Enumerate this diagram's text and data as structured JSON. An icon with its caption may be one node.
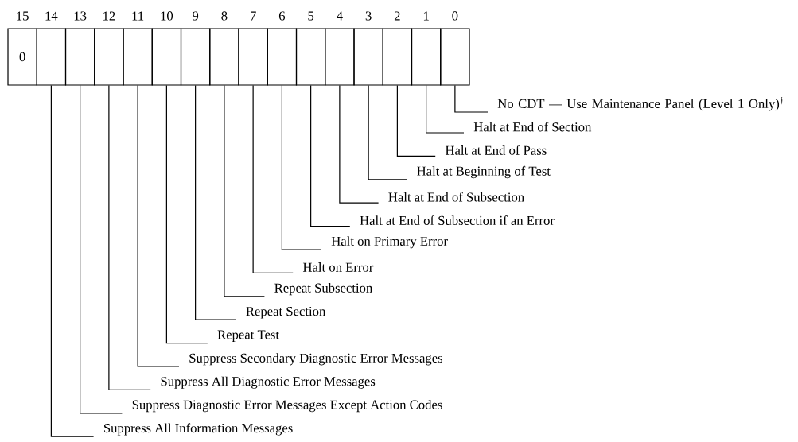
{
  "diagram": {
    "nodes": [
      {
        "text": [
          "0"
        ]
      },
      {
        "text": [],
        "shape": "box"
      },
      {
        "text": [],
        "shape": "box"
      },
      {
        "text": [],
        "shape": "box"
      },
      {
        "text": [],
        "shape": "box"
      },
      {
        "text": [],
        "shape": "box"
      },
      {
        "text": [],
        "shape": "box"
      },
      {
        "text": [],
        "shape": "box"
      },
      {
        "text": [],
        "shape": "box"
      },
      {
        "text": [],
        "shape": "box"
      },
      {
        "text": [],
        "shape": "box"
      },
      {
        "text": [],
        "shape": "box"
      },
      {
        "text": [],
        "shape": "box"
      },
      {
        "text": [],
        "shape": "box"
      },
      {
        "text": [],
        "shape": "box"
      },
      {
        "text": [],
        "shape": "box"
      },
      {
        "text": [
          "No CDT — Use Maintenance Panel (Level 1 Only)$^{†}$"
        ]
      },
      {
        "text": [
          "Halt at End of Section"
        ]
      },
      {
        "text": [
          "Halt at End of Pass"
        ]
      },
      {
        "text": [
          "Halt at Beginning of Test"
        ]
      },
      {
        "text": [
          "Halt at End of Subsection"
        ]
      },
      {
        "text": [
          "Halt at End of Subsection if an Error"
        ]
      },
      {
        "text": [
          "Halt on Primary Error"
        ]
      },
      {
        "text": [
          "Halt on Error"
        ]
      },
      {
        "text": [
          "Repeat Subsection"
        ]
      },
      {
        "text": [
          "Repeat Section"
        ]
      },
      {
        "text": [
          "Repeat Test"
        ]
      },
      {
        "text": [
          "Suppress Secondary Diagnostic Error Messages"
        ]
      },
      {
        "text": [
          "Suppress All Diagnostic Error Messages"
        ]
      },
      {
        "text": [
          "Suppress Diagnostic Error Messages Except Action Codes"
        ]
      },
      {
        "text": [
          "Suppress All Information Messages"
        ]
      }
    ],
    "edges": [
      {
        "from": 16,
        "to": 15,
        "arrow": "none"
      },
      {
        "from": 17,
        "to": 14,
        "arrow": "none"
      },
      {
        "from": 18,
        "to": 13,
        "arrow": "none"
      },
      {
        "from": 19,
        "to": 12,
        "arrow": "none"
      },
      {
        "from": 20,
        "to": 11,
        "arrow": "none"
      },
      {
        "from": 21,
        "to": 10,
        "arrow": "none"
      },
      {
        "from": 22,
        "to": 9,
        "arrow": "none"
      },
      {
        "from": 23,
        "to": 8,
        "arrow": "none"
      },
      {
        "from": 24,
        "to": 7,
        "arrow": "none"
      },
      {
        "from": 25,
        "to": 6,
        "arrow": "none"
      },
      {
        "from": 26,
        "to": 5,
        "arrow": "none"
      },
      {
        "from": 27,
        "to": 4,
        "arrow": "none"
      },
      {
        "from": 28,
        "to": 3,
        "arrow": "none"
      },
      {
        "from": 29,
        "to": 2,
        "arrow": "none"
      },
      {
        "from": 30,
        "to": 1,
        "arrow": "none"
      }
    ],
    "labels": [
      "15",
      "14",
      "13",
      "12",
      "11",
      "10",
      "9",
      "8",
      "7",
      "6",
      "5",
      "4",
      "3",
      "2",
      "1",
      "0"
    ]
  }
}
